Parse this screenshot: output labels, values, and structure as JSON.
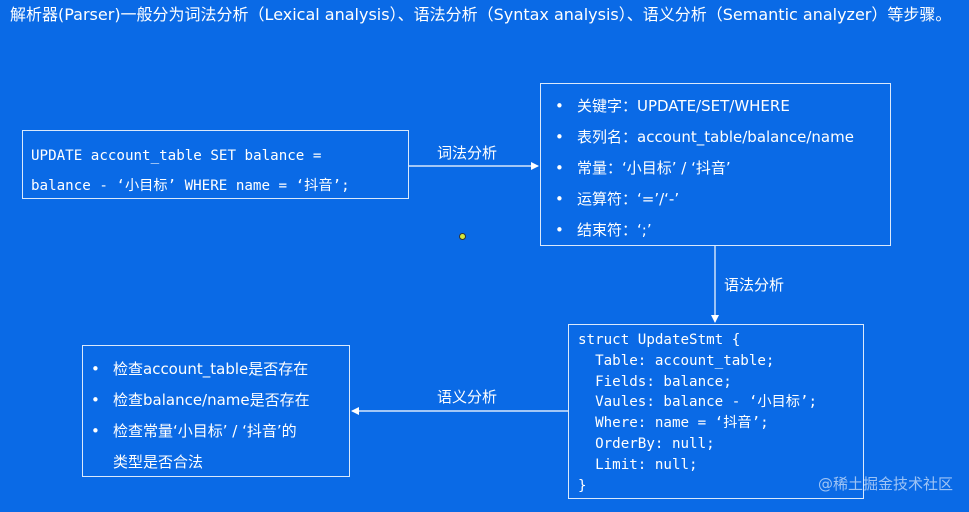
{
  "title": "解析器(Parser)一般分为词法分析（Lexical analysis）、语法分析（Syntax analysis）、语义分析（Semantic analyzer）等步骤。",
  "sql": {
    "line1": "UPDATE account_table SET balance =",
    "line2": "balance - ‘小目标’ WHERE name = ‘抖音’;"
  },
  "edges": {
    "lexical": "词法分析",
    "syntax": "语法分析",
    "semantic": "语义分析"
  },
  "tokens": [
    "关键字：UPDATE/SET/WHERE",
    "表列名：account_table/balance/name",
    "常量：‘小目标’ / ‘抖音’",
    "运算符：‘=’/‘-’",
    "结束符：‘;’"
  ],
  "ast": [
    "struct UpdateStmt {",
    "  Table: account_table;",
    "  Fields: balance;",
    "  Vaules: balance - ‘小目标’;",
    "  Where: name = ‘抖音’;",
    "  OrderBy: null;",
    "  Limit: null;",
    "}"
  ],
  "checks": [
    "检查account_table是否存在",
    "检查balance/name是否存在",
    "检查常量‘小目标’ / ‘抖音’的",
    "类型是否合法"
  ],
  "watermark": "@稀土掘金技术社区",
  "colors": {
    "background": "#0a6ae6",
    "line": "#ffffff"
  }
}
